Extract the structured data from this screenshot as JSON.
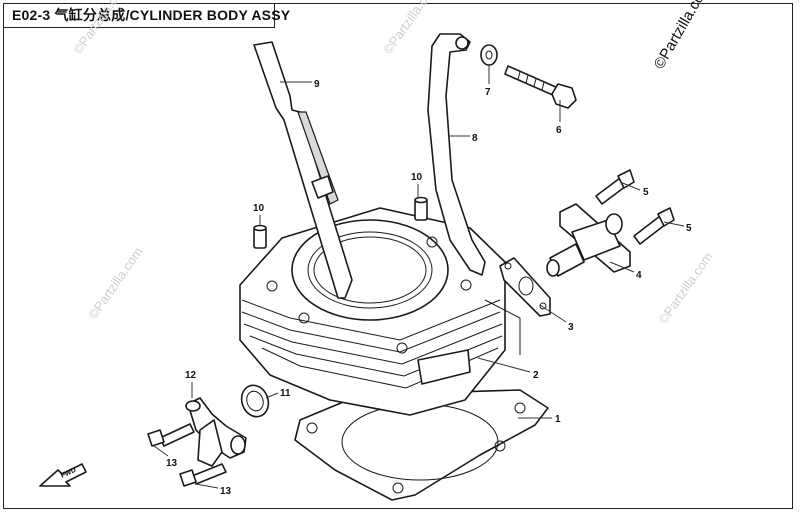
{
  "title": "E02-3 气缸分总成/CYLINDER BODY ASSY",
  "copyright": "©Partzilla.com",
  "watermark": "©Partzilla.com",
  "forward_label": "FWD",
  "callouts": {
    "c1": "1",
    "c2": "2",
    "c3": "3",
    "c4": "4",
    "c5a": "5",
    "c5b": "5",
    "c6": "6",
    "c7": "7",
    "c8": "8",
    "c9": "9",
    "c10a": "10",
    "c10b": "10",
    "c11": "11",
    "c12": "12",
    "c13a": "13",
    "c13b": "13"
  }
}
